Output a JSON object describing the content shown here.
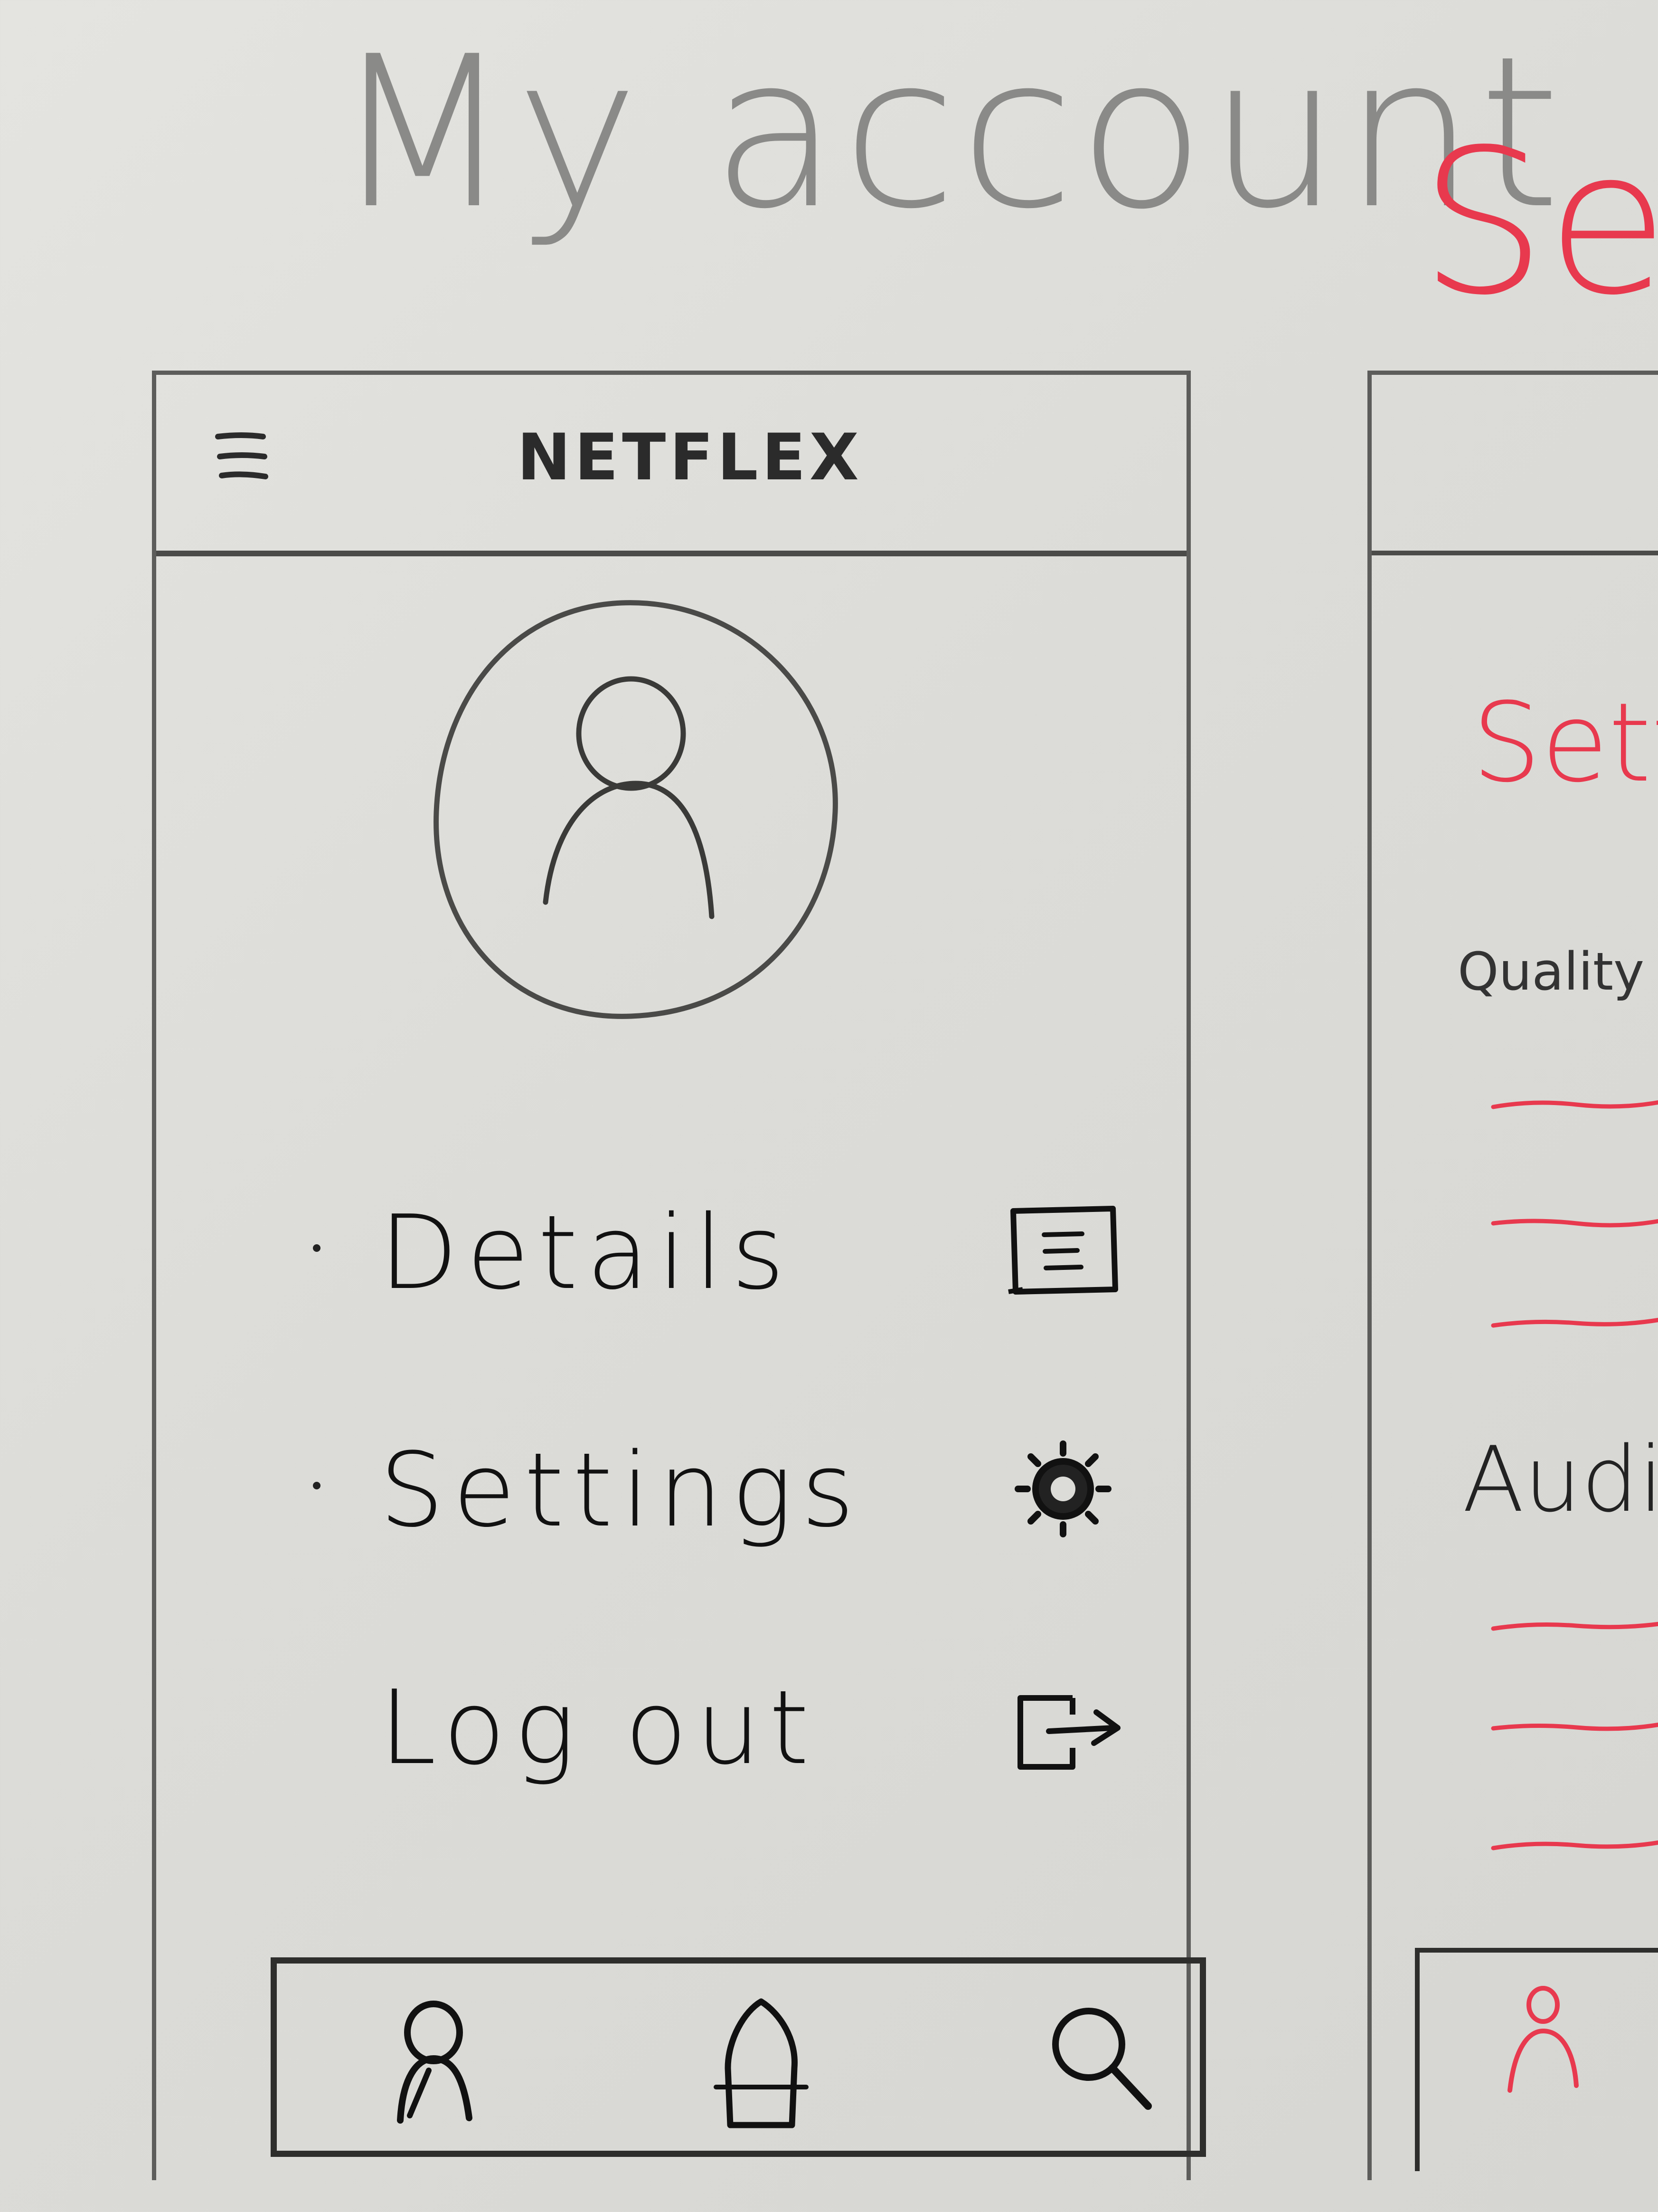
{
  "board": {
    "title": "My account",
    "page_title": "Se"
  },
  "app": {
    "title": "NETFLEX",
    "menu_icon": "hamburger-menu-icon",
    "avatar_icon": "user-avatar-icon"
  },
  "menu": {
    "items": [
      {
        "label": "Details",
        "icon": "document-icon"
      },
      {
        "label": "Settings",
        "icon": "gear-icon"
      },
      {
        "label": "Log out",
        "icon": "logout-icon"
      }
    ]
  },
  "bottom_nav": {
    "items": [
      {
        "icon": "profile-icon"
      },
      {
        "icon": "home-icon"
      },
      {
        "icon": "search-icon"
      }
    ]
  },
  "second_screen": {
    "heading": "Setti",
    "quality_label": "Quality",
    "audio_label": "Audio",
    "nav_icon": "profile-icon"
  },
  "colors": {
    "marker_black": "#222222",
    "marker_red": "#e8394e",
    "board": "#dcdcd8"
  }
}
